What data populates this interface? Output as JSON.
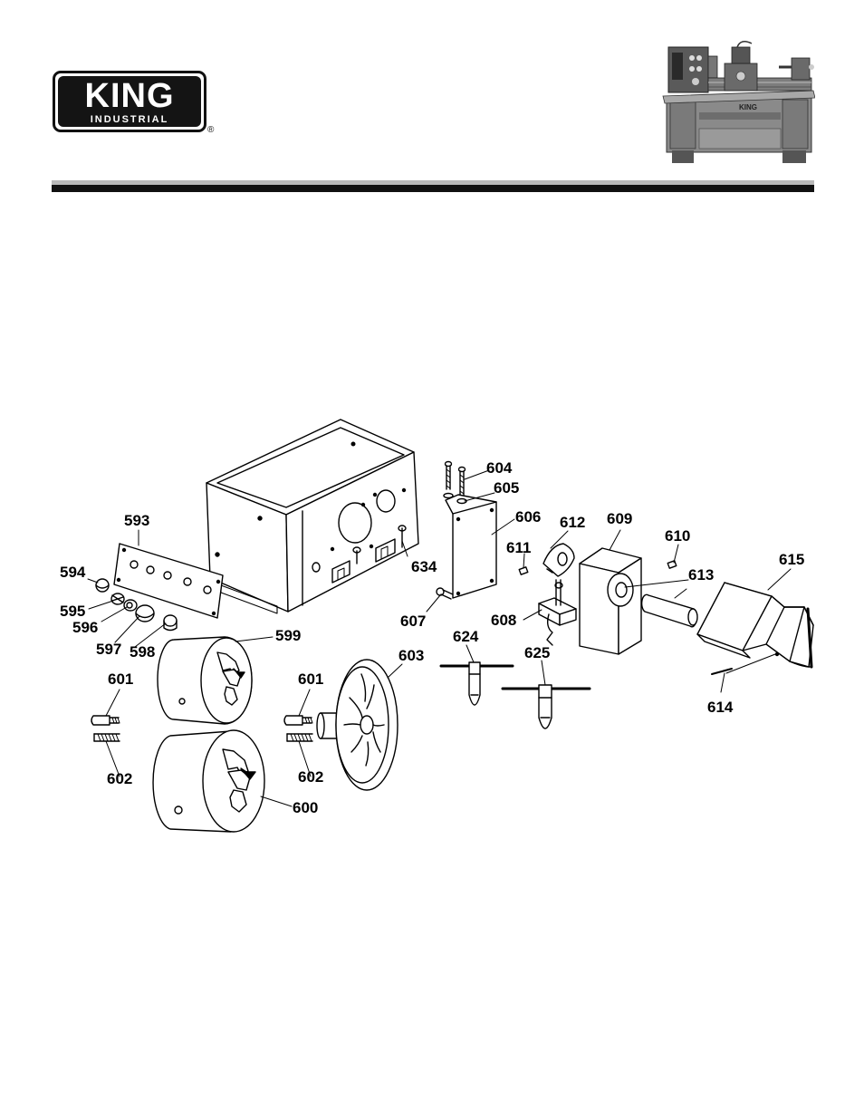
{
  "brand": {
    "name": "KING",
    "subname": "INDUSTRIAL",
    "registered_mark": "®"
  },
  "product_photo": {
    "icon": "lathe-machine-photo",
    "plate_text": "KING"
  },
  "callouts": {
    "p593": "593",
    "p594": "594",
    "p595": "595",
    "p596": "596",
    "p597": "597",
    "p598": "598",
    "p599": "599",
    "p600": "600",
    "p601a": "601",
    "p601b": "601",
    "p602a": "602",
    "p602b": "602",
    "p603": "603",
    "p604": "604",
    "p605": "605",
    "p606": "606",
    "p607": "607",
    "p608": "608",
    "p609": "609",
    "p610": "610",
    "p611": "611",
    "p612": "612",
    "p613": "613",
    "p614": "614",
    "p615": "615",
    "p624": "624",
    "p625": "625",
    "p634": "634"
  },
  "colors": {
    "ink": "#000000",
    "rule_gray": "#b9b9b9",
    "rule_black": "#111111",
    "photo_gray": "#8a8a8a"
  }
}
